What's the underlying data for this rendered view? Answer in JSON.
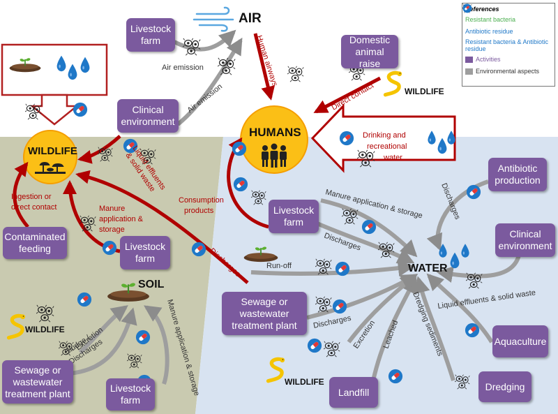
{
  "legend": {
    "title": "References",
    "items": [
      {
        "label": "Resistant bacteria",
        "color": "#4caf50"
      },
      {
        "label": "Antibiotic residue",
        "color": "#1f78c8"
      },
      {
        "label": "Resistant bacteria & Antibiotic residue",
        "color": "#1f78c8"
      },
      {
        "label": "Activities",
        "color": "#7b5a9e"
      },
      {
        "label": "Environmental aspects",
        "color": "#9e9e9e"
      }
    ]
  },
  "hubs": {
    "air": "AIR",
    "humans": "HUMANS",
    "wildlife": "WILDLIFE",
    "soil": "SOIL",
    "water": "WATER"
  },
  "wildlife_tags": [
    "WILDLIFE",
    "WILDLIFE",
    "WILDLIFE"
  ],
  "activities": {
    "livestock_air": "Livestock farm",
    "clinical_air": "Clinical environment",
    "domestic": "Domestic animal raise",
    "contaminated_feeding": "Contaminated feeding",
    "livestock_wildlife": "Livestock farm",
    "livestock_water": "Livestock farm",
    "antibiotic_production": "Antibiotic production",
    "clinical_water": "Clinical environment",
    "sewage_water": "Sewage or wastewater treatment plant",
    "aquaculture": "Aquaculture",
    "dredging": "Dredging",
    "landfill": "Landfill",
    "sewage_soil": "Sewage or wastewater treatment plant",
    "livestock_soil": "Livestock farm"
  },
  "labels": {
    "air_emission_1": "Air emission",
    "air_emission_2": "Air emission",
    "human_airways": "Human airways",
    "direct_contact": "Direct contact",
    "drinking_line1": "Drinking and",
    "drinking_line2": "recreational",
    "drinking_line3": "water",
    "liquid_line1": "Liquid effluents",
    "liquid_line2": "& solid waste",
    "ingestion_line1": "Ingestion or",
    "ingestion_line2": "direct contact",
    "manure_ws_line1": "Manure",
    "manure_ws_line2": "application &",
    "manure_ws_line3": "storage",
    "consumption_line1": "Consumption",
    "consumption_line2": "products",
    "discharges_red": "Discharges",
    "manure_water": "Manure application & storage",
    "discharges_livestock": "Discharges",
    "run_off": "Run-off",
    "discharges_prod": "Discharges",
    "liquid_water": "Liquid effluents & solid waste",
    "dredging_sediments": "Dredging sediments",
    "leached": "Leached",
    "excretion_water": "Excretion",
    "discharges_sewage": "Discharges",
    "excretion_soil": "Excretion",
    "sludge_line1": "Sludge /",
    "sludge_line2": "Discharges",
    "manure_soil": "Manure application & storage"
  },
  "colors": {
    "activity": "#7b5a9e",
    "aspect_arrow": "#9e9e9e",
    "red_arrow": "#b00000",
    "soil_panel": "#c9cab0",
    "water_panel": "#d8e3f1",
    "hub_circle": "#fbbf16",
    "water_drop": "#1f78c8",
    "wildlife_yellow": "#f5c400"
  },
  "icons": [
    "bacteria-icon",
    "antibiotic-pill-icon",
    "water-drops-icon",
    "soil-plant-icon",
    "people-icon",
    "wind-icon",
    "snake-icon"
  ]
}
